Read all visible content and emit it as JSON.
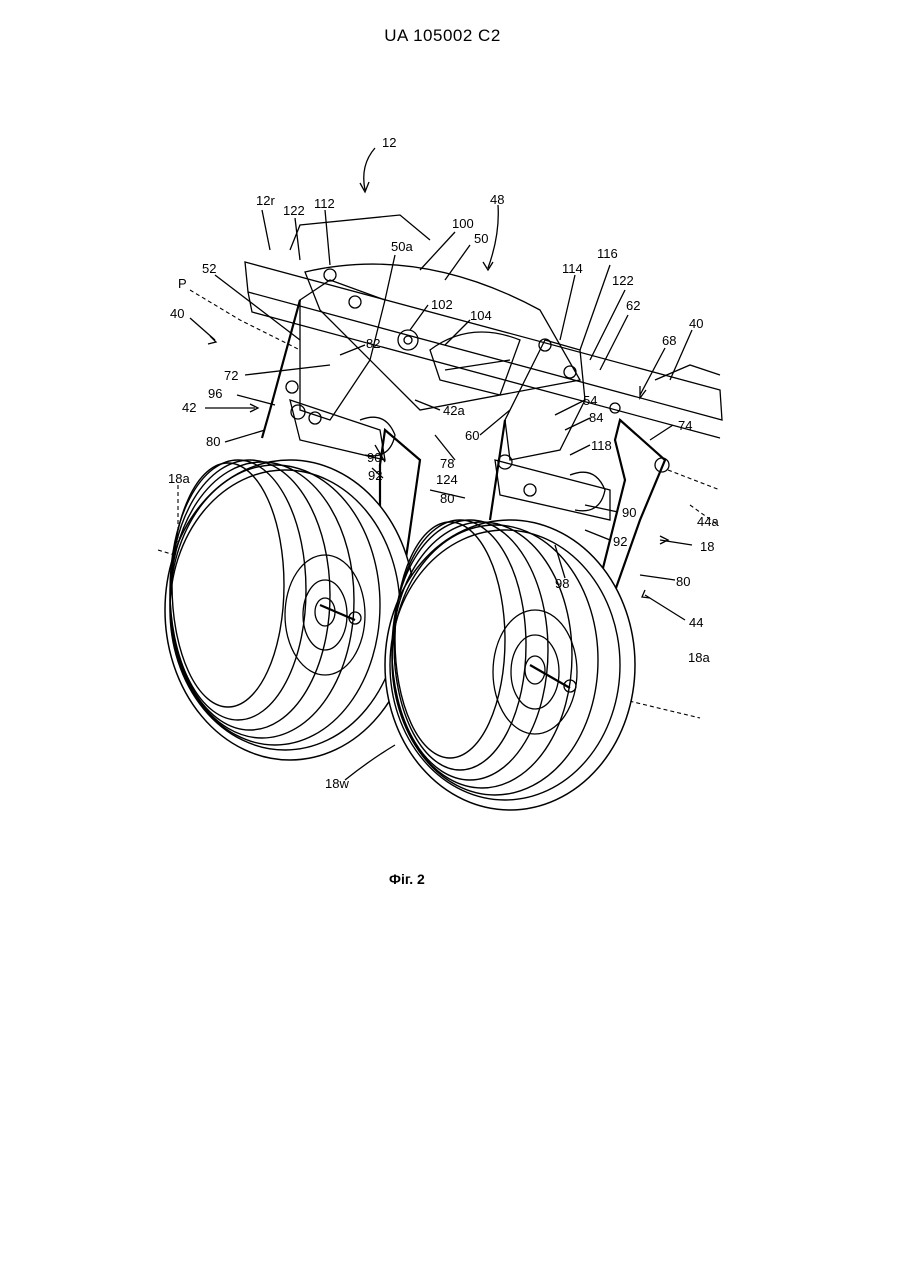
{
  "header": {
    "doc_number": "UA   105002   C2"
  },
  "figure": {
    "caption": "Фіг. 2",
    "labels": {
      "l12": "12",
      "l12r": "12r",
      "l122a": "122",
      "l112": "112",
      "l48": "48",
      "l100": "100",
      "l50": "50",
      "l50a": "50a",
      "l52": "52",
      "lP": "P",
      "l40a": "40",
      "l102": "102",
      "l104": "104",
      "l82": "82",
      "l72": "72",
      "l96": "96",
      "l42": "42",
      "l42a": "42a",
      "l80a": "80",
      "l90a": "90",
      "l92a": "92",
      "l78": "78",
      "l124": "124",
      "l60": "60",
      "l80b": "80",
      "l18a_left": "18a",
      "l114": "114",
      "l116": "116",
      "l122b": "122",
      "l62": "62",
      "l40b": "40",
      "l68": "68",
      "l54": "54",
      "l84": "84",
      "l74": "74",
      "l118": "118",
      "l90b": "90",
      "l44a": "44a",
      "l18": "18",
      "l92b": "92",
      "l98": "98",
      "l80c": "80",
      "l44": "44",
      "l18a_right": "18a",
      "l18w": "18w"
    }
  }
}
